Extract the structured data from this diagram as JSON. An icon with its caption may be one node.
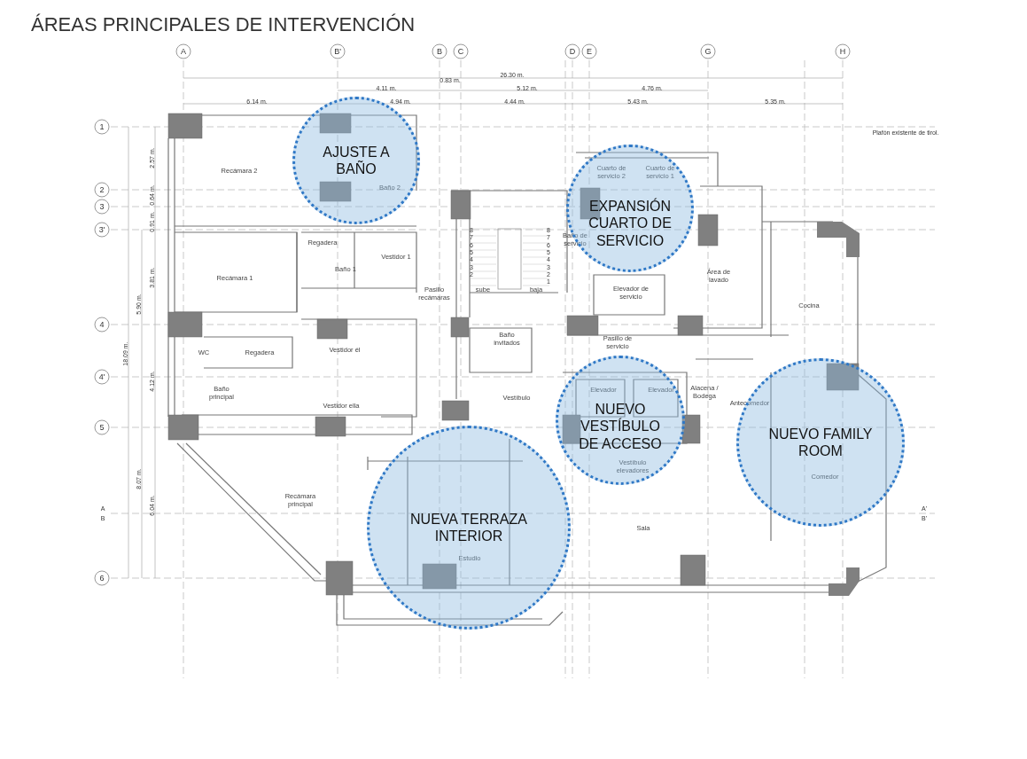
{
  "diagram": {
    "title": "ÁREAS PRINCIPALES DE INTERVENCIÓN",
    "nodes": [
      {
        "text": [
          "AJUSTE A BAÑO"
        ]
      },
      {
        "text": [
          "EXPANSIÓN CUARTO DE SERVICIO"
        ]
      },
      {
        "text": [
          "NUEVO VESTÍBULO DE ACCESO"
        ]
      },
      {
        "text": [
          "NUEVO FAMILY ROOM"
        ]
      },
      {
        "text": [
          "NUEVA TERRAZA INTERIOR"
        ]
      }
    ],
    "edges": [],
    "labels": [
      "A",
      "B'",
      "B",
      "C",
      "D",
      "E",
      "G",
      "H",
      "26.30 m.",
      "0.83 m.",
      "4.11 m.",
      "5.12 m.",
      "4.76 m.",
      "6.14 m.",
      "4.94 m.",
      "4.44 m.",
      "5.43 m.",
      "5.35 m.",
      "1",
      "2",
      "3",
      "3'",
      "4",
      "4'",
      "5",
      "6",
      "2.57 m.",
      "0.64 m.",
      "0.91 m.",
      "3.81 m.",
      "5.90 m.",
      "18.09 m.",
      "4.12 m.",
      "8.07 m.",
      "6.04 m.",
      "A",
      "B",
      "A'",
      "B'",
      "Plafón existente de tirol.",
      "Recámara 2",
      "Baño 2",
      "Regadera",
      "Baño 1",
      "Vestidor 1",
      "Recámara 1",
      "Pasillo recámaras",
      "WC",
      "Regadera",
      "Vestidor él",
      "Baño principal",
      "Vestidor ella",
      "Recámara principal",
      "sube",
      "baja",
      "8",
      "7",
      "6",
      "5",
      "4",
      "3",
      "2",
      "8",
      "7",
      "6",
      "5",
      "4",
      "3",
      "2",
      "1",
      "Baño de servicio",
      "Cuarto de servicio 2",
      "Cuarto de servicio 1",
      "Elevador de servicio",
      "Área de lavado",
      "Cocina",
      "Baño invitados",
      "Pasillo de servicio",
      "Vestíbulo",
      "Elevador",
      "Elevador",
      "Vestíbulo elevadores",
      "Alacena / Bodega",
      "Antecomedor",
      "Comedor",
      "Estudio",
      "Sala"
    ]
  }
}
